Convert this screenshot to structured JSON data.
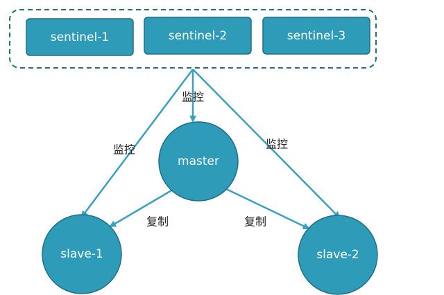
{
  "colors": {
    "node_fill": "#2e9bb8",
    "node_stroke": "#1f6f86",
    "edge": "#3aa0c2",
    "group_border": "#1f6f86",
    "label_text": "#222222"
  },
  "sentinels": [
    {
      "label": "sentinel-1"
    },
    {
      "label": "sentinel-2"
    },
    {
      "label": "sentinel-3"
    }
  ],
  "master": {
    "label": "master"
  },
  "slaves": [
    {
      "label": "slave-1"
    },
    {
      "label": "slave-2"
    }
  ],
  "edges": {
    "monitor_master": "监控",
    "monitor_slave_left": "监控",
    "monitor_slave_right": "监控",
    "replicate_left": "复制",
    "replicate_right": "复制"
  }
}
